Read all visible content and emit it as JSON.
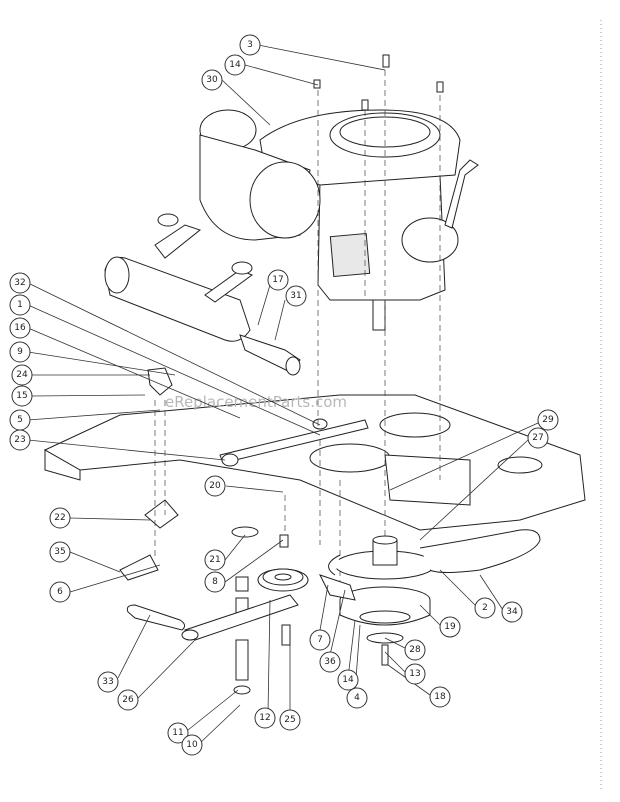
{
  "watermark": "eReplacementParts.com",
  "callouts": [
    {
      "id": "3"
    },
    {
      "id": "14"
    },
    {
      "id": "30"
    },
    {
      "id": "32"
    },
    {
      "id": "1"
    },
    {
      "id": "17"
    },
    {
      "id": "31"
    },
    {
      "id": "16"
    },
    {
      "id": "9"
    },
    {
      "id": "24"
    },
    {
      "id": "15"
    },
    {
      "id": "5"
    },
    {
      "id": "23"
    },
    {
      "id": "29"
    },
    {
      "id": "27"
    },
    {
      "id": "20"
    },
    {
      "id": "22"
    },
    {
      "id": "21"
    },
    {
      "id": "8"
    },
    {
      "id": "35"
    },
    {
      "id": "6"
    },
    {
      "id": "2"
    },
    {
      "id": "34"
    },
    {
      "id": "19"
    },
    {
      "id": "7"
    },
    {
      "id": "36"
    },
    {
      "id": "28"
    },
    {
      "id": "13"
    },
    {
      "id": "14"
    },
    {
      "id": "4"
    },
    {
      "id": "18"
    },
    {
      "id": "33"
    },
    {
      "id": "26"
    },
    {
      "id": "11"
    },
    {
      "id": "12"
    },
    {
      "id": "25"
    },
    {
      "id": "10"
    }
  ]
}
